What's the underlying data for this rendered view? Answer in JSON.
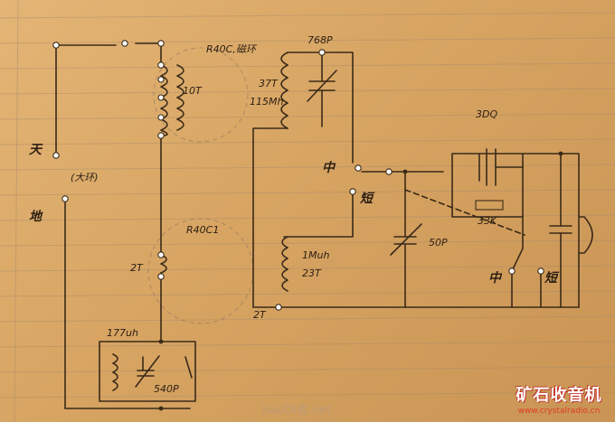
{
  "labels": {
    "antenna": "天",
    "ground": "地",
    "loop": "(大环)",
    "ferrite1": "R40C,磁环",
    "cap_top": "768P",
    "coil_10t": "10T",
    "coil_37t": "37T",
    "ind_115": "115Mh",
    "ferrite2": "R40C1",
    "coil_2t_mid": "2T",
    "coil_2t_bottom": "2T",
    "ind_177": "177uh",
    "cap_540": "540P",
    "ind_1mh": "1Muh",
    "coil_23t": "23T",
    "cap_50p": "50P",
    "diode": "3DQ",
    "res_33k": "33K",
    "sw_mid_1": "中",
    "sw_short_1": "短",
    "sw_mid_2": "中",
    "sw_short_2": "短"
  },
  "watermark": "haoDi收.net",
  "logo": {
    "title": "矿石收音机",
    "url": "www.crystalradio.cn"
  },
  "colors": {
    "paper": "#d9a866",
    "ink": "#3a2a18",
    "logo_red": "#e03a2a"
  }
}
